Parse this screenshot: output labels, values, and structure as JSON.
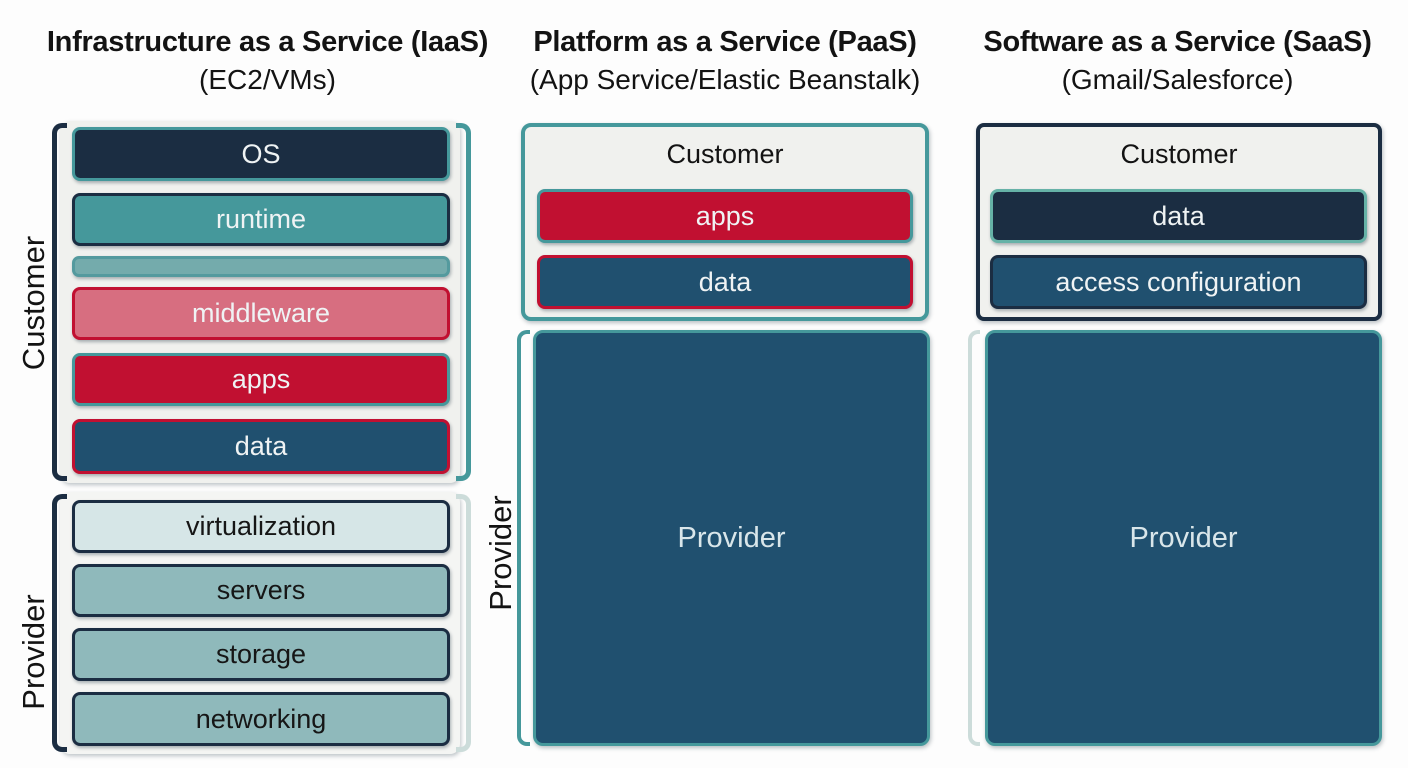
{
  "colors": {
    "paper": "#fdfdfd",
    "ink": "#131313",
    "navy": "#1b2d42",
    "teal": "#45989b",
    "tealdark": "#549a9e",
    "tealbar": "#74abac",
    "rose": "#d76e80",
    "red": "#c11031",
    "steel": "#20506f",
    "pale": "#d6e6e7",
    "mute": "#8fb9bb",
    "mint": "#66b2a7",
    "panel": "#f0f1ee",
    "palebracket": "#ccdcda",
    "boxtext": "#eff3f4"
  },
  "columns": [
    {
      "title": "Infrastructure as a Service (IaaS)",
      "subtitle": "(EC2/VMs)",
      "customer_label": "Customer",
      "provider_label": "Provider",
      "customer_boxes": [
        "OS",
        "runtime",
        "",
        "middleware",
        "apps",
        "data"
      ],
      "provider_boxes": [
        "virtualization",
        "servers",
        "storage",
        "networking"
      ]
    },
    {
      "title": "Platform as a Service (PaaS)",
      "subtitle": "(App Service/Elastic Beanstalk)",
      "customer_heading": "Customer",
      "customer_boxes": [
        "apps",
        "data"
      ],
      "provider_label": "Provider",
      "provider_box_text": "Provider"
    },
    {
      "title": "Software as a Service (SaaS)",
      "subtitle": "(Gmail/Salesforce)",
      "customer_heading": "Customer",
      "customer_boxes": [
        "data",
        "access configuration"
      ],
      "provider_box_text": "Provider"
    }
  ]
}
